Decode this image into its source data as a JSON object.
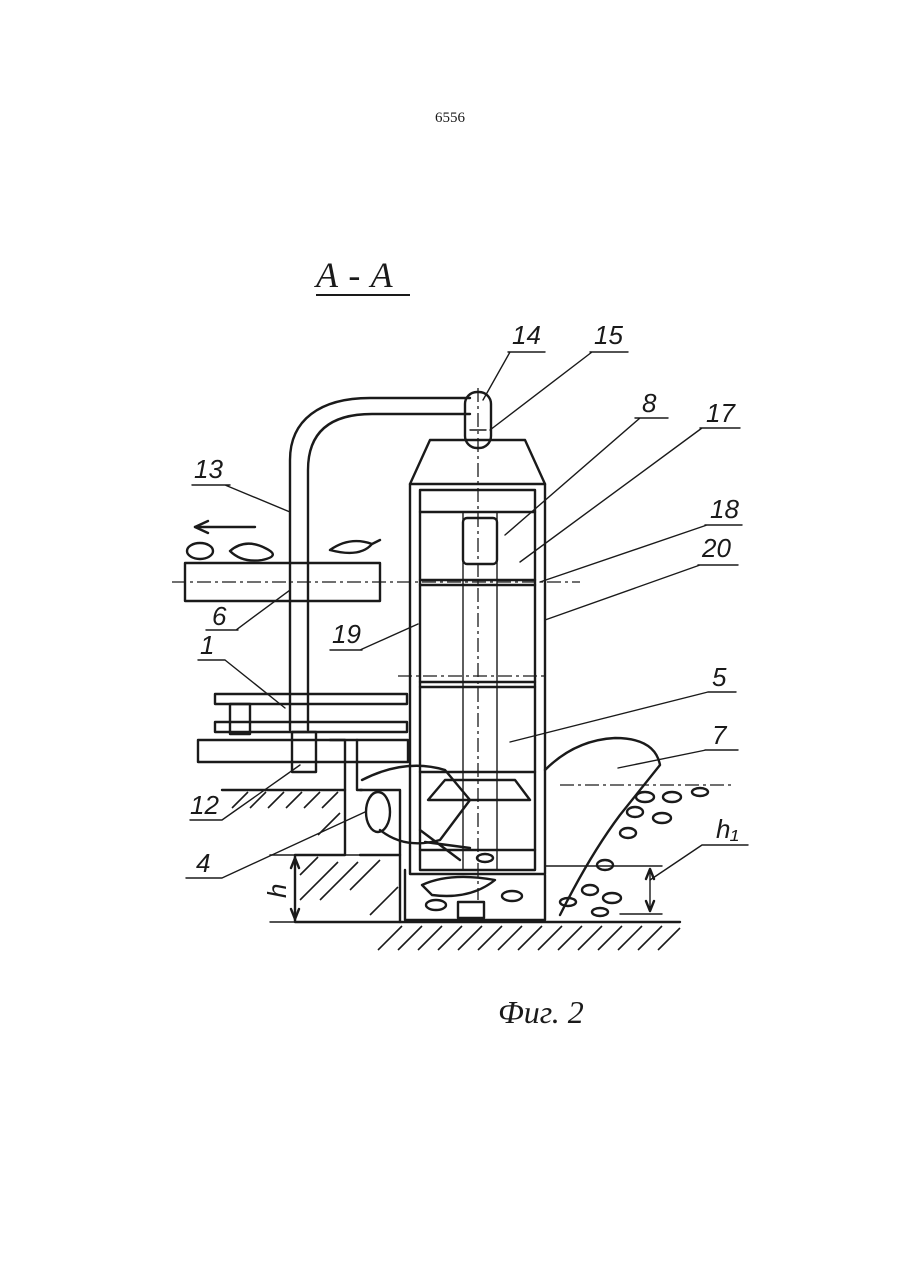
{
  "page_number": "6556",
  "section_label": "A - A",
  "caption": "Фиг. 2",
  "callouts": [
    {
      "id": "14",
      "text": "14"
    },
    {
      "id": "15",
      "text": "15"
    },
    {
      "id": "8",
      "text": "8"
    },
    {
      "id": "17",
      "text": "17"
    },
    {
      "id": "13",
      "text": "13"
    },
    {
      "id": "18",
      "text": "18"
    },
    {
      "id": "20",
      "text": "20"
    },
    {
      "id": "6",
      "text": "6"
    },
    {
      "id": "19",
      "text": "19"
    },
    {
      "id": "1",
      "text": "1"
    },
    {
      "id": "5",
      "text": "5"
    },
    {
      "id": "7",
      "text": "7"
    },
    {
      "id": "12",
      "text": "12"
    },
    {
      "id": "h1",
      "text": "h₁"
    },
    {
      "id": "4",
      "text": "4"
    },
    {
      "id": "h",
      "text": "h"
    }
  ]
}
